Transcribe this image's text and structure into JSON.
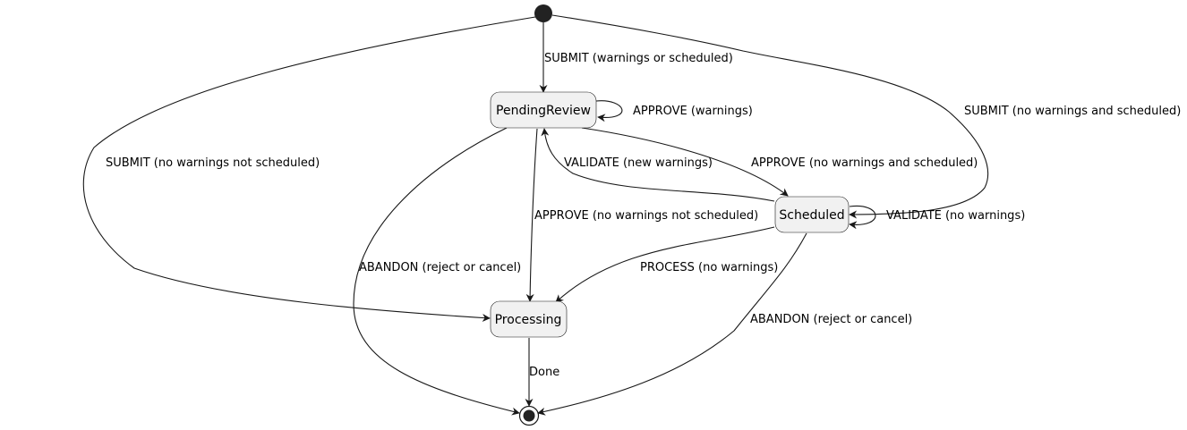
{
  "diagram": {
    "states": {
      "pending_review": "PendingReview",
      "scheduled": "Scheduled",
      "processing": "Processing"
    },
    "transitions": {
      "submit_warnings_or_scheduled": "SUBMIT (warnings or scheduled)",
      "submit_no_warnings_not_scheduled": "SUBMIT (no warnings not scheduled)",
      "submit_no_warnings_and_scheduled": "SUBMIT (no warnings and scheduled)",
      "approve_warnings": "APPROVE (warnings)",
      "approve_no_warnings_and_scheduled": "APPROVE (no warnings and scheduled)",
      "validate_new_warnings": "VALIDATE (new warnings)",
      "approve_no_warnings_not_scheduled": "APPROVE (no warnings not scheduled)",
      "validate_no_warnings": "VALIDATE (no warnings)",
      "abandon_pending": "ABANDON (reject or cancel)",
      "process_no_warnings": "PROCESS (no warnings)",
      "abandon_scheduled": "ABANDON (reject or cancel)",
      "done": "Done"
    }
  }
}
